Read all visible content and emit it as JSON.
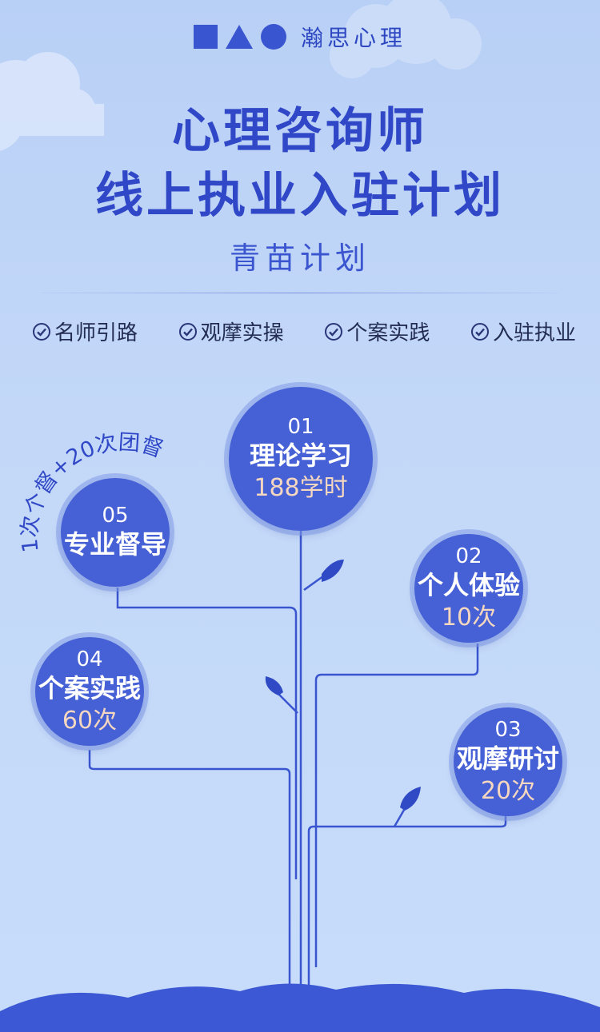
{
  "brand": {
    "name": "瀚思心理"
  },
  "title": {
    "line1": "心理咨询师",
    "line2": "线上执业入驻计划"
  },
  "subtitle": "青苗计划",
  "features": [
    "名师引路",
    "观摩实操",
    "个案实践",
    "入驻执业"
  ],
  "steps": [
    {
      "num": "01",
      "label": "理论学习",
      "value": "188学时"
    },
    {
      "num": "02",
      "label": "个人体验",
      "value": "10次"
    },
    {
      "num": "03",
      "label": "观摩研讨",
      "value": "20次"
    },
    {
      "num": "04",
      "label": "个案实践",
      "value": "60次"
    },
    {
      "num": "05",
      "label": "专业督导",
      "value": ""
    }
  ],
  "supervision_note": "1次个督+20次团督",
  "colors": {
    "primary": "#3a55d0",
    "accent": "#f6d7bf",
    "background": "#c3d8f8"
  }
}
